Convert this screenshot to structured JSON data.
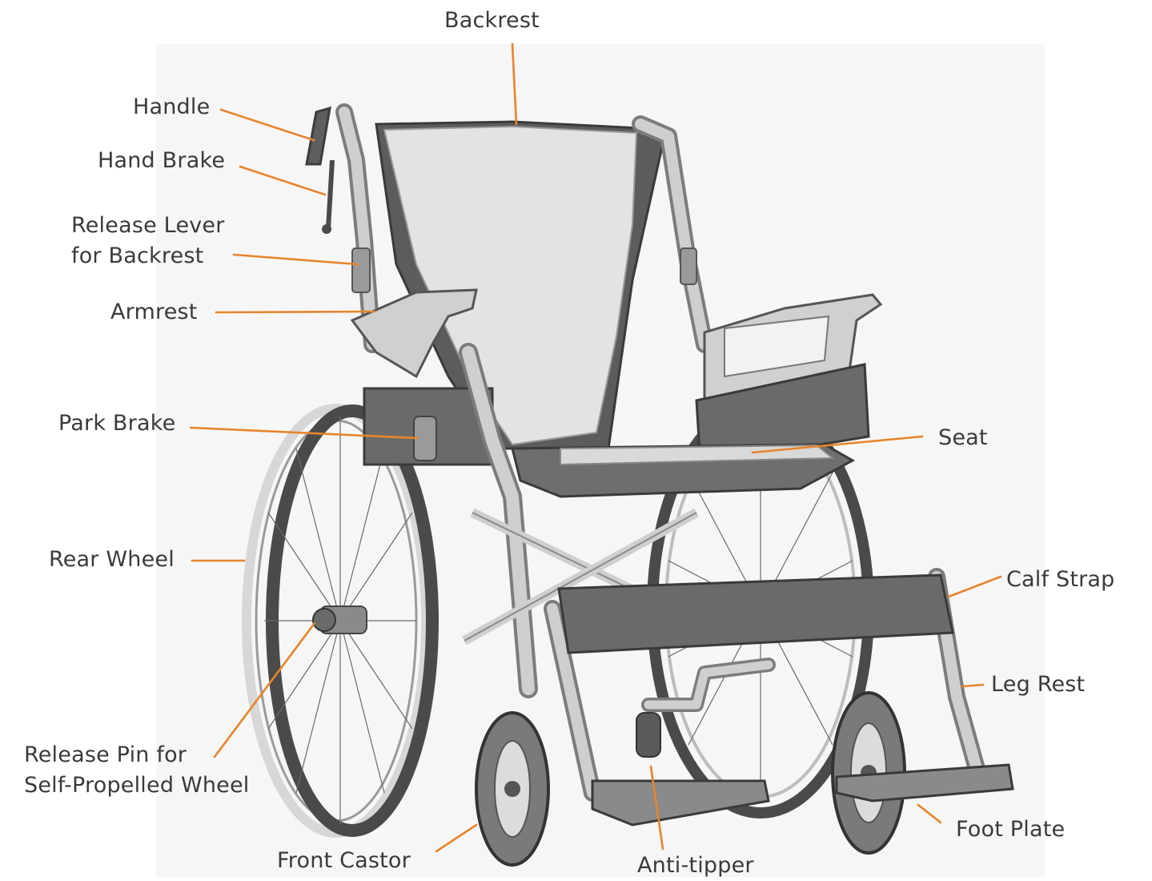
{
  "colors": {
    "leader": "#e8842c",
    "label_text": "#3a3a3a",
    "background": "#ffffff"
  },
  "labels": {
    "backrest": "Backrest",
    "handle": "Handle",
    "hand_brake": "Hand Brake",
    "release_lever_line1": "Release Lever",
    "release_lever_line2": "for Backrest",
    "armrest": "Armrest",
    "park_brake": "Park Brake",
    "seat": "Seat",
    "rear_wheel": "Rear Wheel",
    "calf_strap": "Calf Strap",
    "leg_rest": "Leg Rest",
    "release_pin_line1": "Release Pin for",
    "release_pin_line2": "Self-Propelled Wheel",
    "foot_plate": "Foot Plate",
    "front_castor": "Front Castor",
    "anti_tipper": "Anti-tipper"
  }
}
